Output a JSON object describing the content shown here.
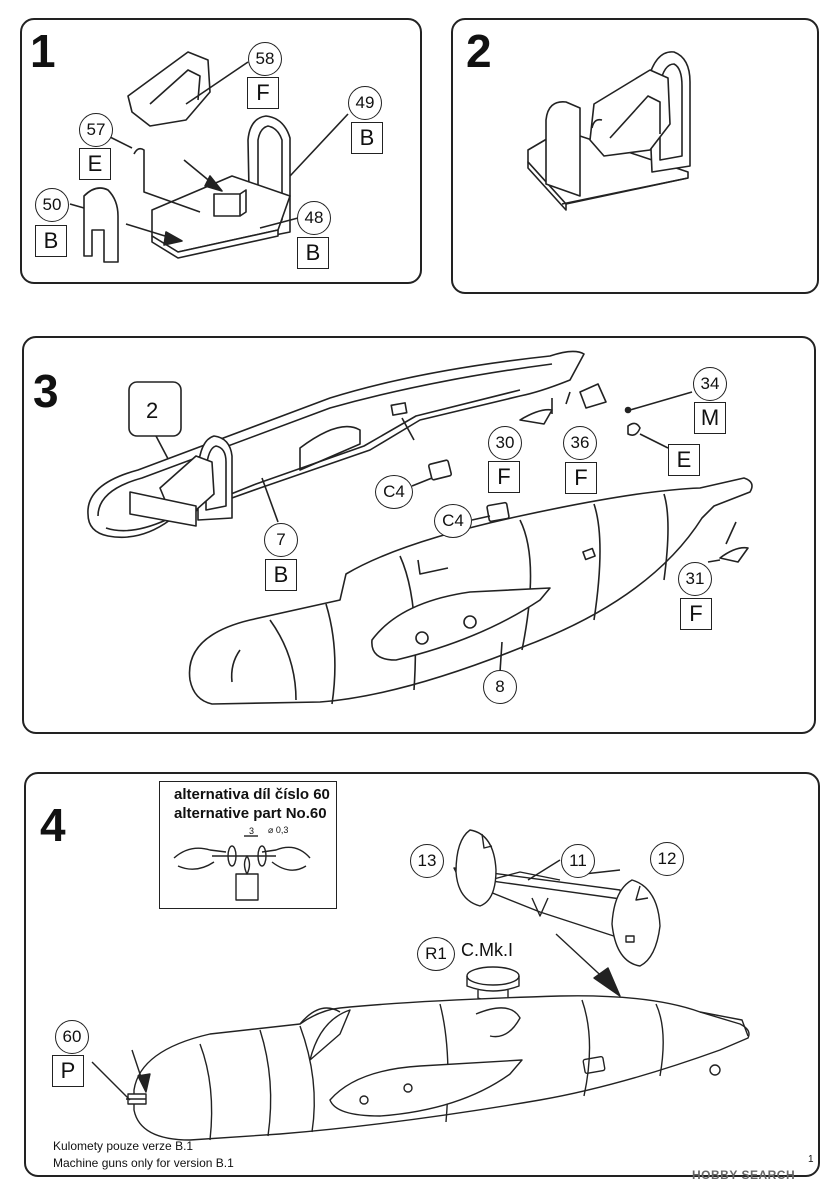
{
  "steps": {
    "s1": {
      "number": "1",
      "parts": {
        "p58": {
          "num": "58",
          "sprue": "F"
        },
        "p49": {
          "num": "49",
          "sprue": "B"
        },
        "p57": {
          "num": "57",
          "sprue": "E"
        },
        "p50": {
          "num": "50",
          "sprue": "B"
        },
        "p48": {
          "num": "48",
          "sprue": "B"
        }
      }
    },
    "s2": {
      "number": "2"
    },
    "s3": {
      "number": "3",
      "subassembly_ref": "2",
      "parts": {
        "p34": {
          "num": "34",
          "sprue": "M"
        },
        "p30": {
          "num": "30",
          "sprue": "F"
        },
        "p36": {
          "num": "36",
          "sprue": "F"
        },
        "p7": {
          "num": "7",
          "sprue": "B"
        },
        "p31": {
          "num": "31",
          "sprue": "F"
        },
        "p8": {
          "num": "8"
        }
      },
      "sprue_e": "E",
      "c4_upper": "C4",
      "c4_lower": "C4"
    },
    "s4": {
      "number": "4",
      "alt_line1": "alternativa díl číslo 60",
      "alt_line2": "alternative part No.60",
      "alt_dim1": "3",
      "alt_dim2": "⌀ 0,3",
      "parts": {
        "p13": {
          "num": "13"
        },
        "p11": {
          "num": "11"
        },
        "p12": {
          "num": "12"
        },
        "r1": {
          "num": "R1"
        },
        "p60": {
          "num": "60",
          "sprue": "P"
        }
      },
      "r1_label": "C.Mk.I",
      "note_cz": "Kulomety pouze verze B.1",
      "note_en": "Machine guns only for version B.1"
    }
  },
  "page_number": "1",
  "watermark": "HOBBY SEARCH",
  "colors": {
    "ink": "#222222",
    "paper": "#ffffff",
    "watermark": "#666666"
  }
}
